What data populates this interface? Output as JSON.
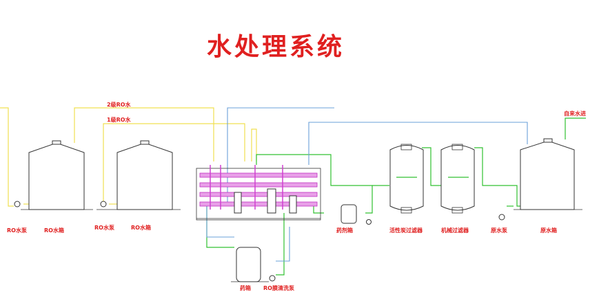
{
  "title": "水处理系统",
  "pipe_labels": {
    "rw2": "2级RO水",
    "rw1": "1级RO水",
    "tap": "自来水进"
  },
  "equipment_labels": {
    "ro_pump_1": "RO水泵",
    "ro_tank_1": "RO水箱",
    "ro_pump_2": "RO水泵",
    "ro_tank_2": "RO水箱",
    "dosing_tank": "药剂箱",
    "carbon_filter": "活性炭过滤器",
    "sand_filter": "机械过滤器",
    "raw_pump": "原水泵",
    "raw_tank": "原水箱",
    "chem_tank": "药箱",
    "ro_clean_pump": "RO膜清洗泵"
  },
  "colors": {
    "title": "#e02020",
    "yellow_pipe": "#f0e050",
    "green_pipe": "#30c030",
    "blue_pipe": "#6aa0d8",
    "magenta_pipe": "#d040d0"
  }
}
